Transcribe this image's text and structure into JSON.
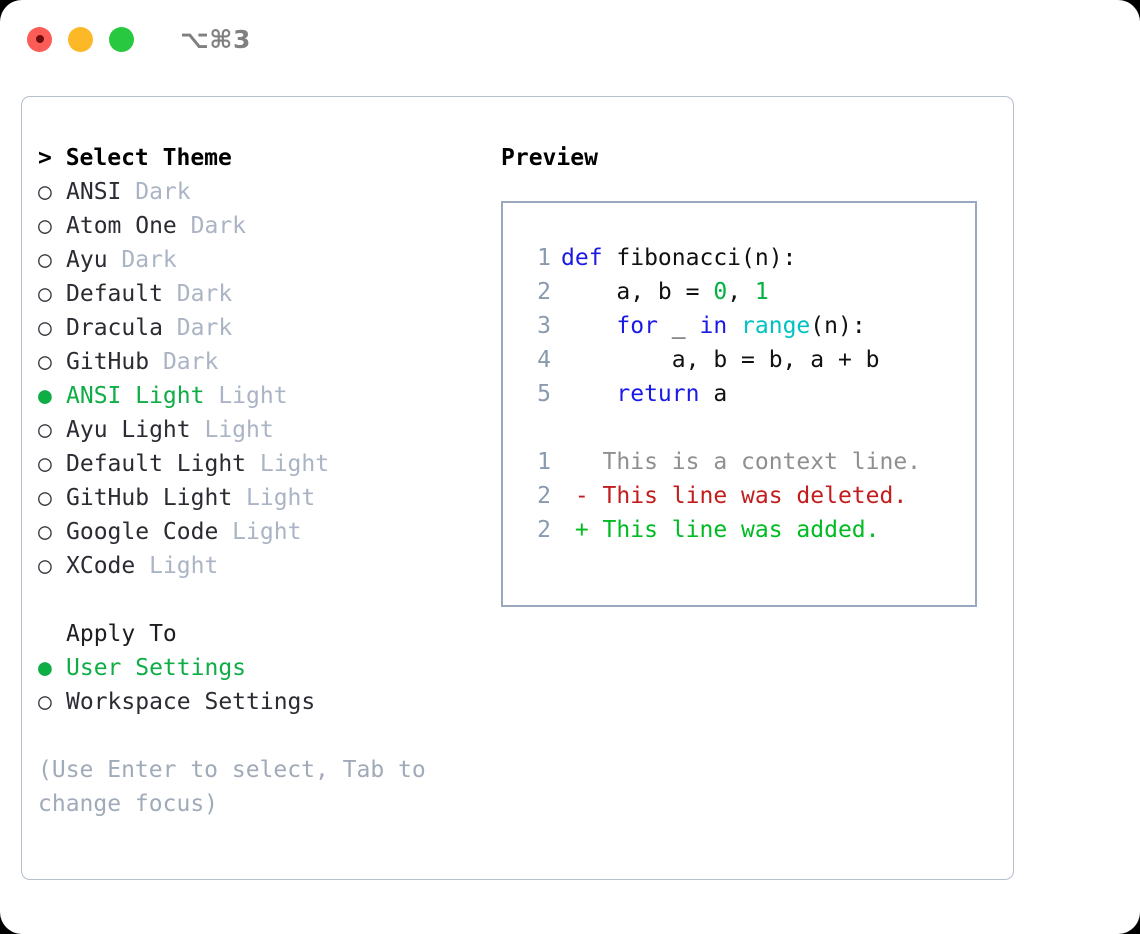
{
  "titlebar": {
    "shortcut": "⌥⌘3",
    "lights": [
      "close",
      "minimize",
      "zoom"
    ]
  },
  "theme_section": {
    "header": "> Select Theme",
    "selected_bullet": "●",
    "unselected_bullet": "○",
    "items": [
      {
        "name": "ANSI",
        "suffix": "Dark",
        "selected": false
      },
      {
        "name": "Atom One",
        "suffix": "Dark",
        "selected": false
      },
      {
        "name": "Ayu",
        "suffix": "Dark",
        "selected": false
      },
      {
        "name": "Default",
        "suffix": "Dark",
        "selected": false
      },
      {
        "name": "Dracula",
        "suffix": "Dark",
        "selected": false
      },
      {
        "name": "GitHub",
        "suffix": "Dark",
        "selected": false
      },
      {
        "name": "ANSI Light",
        "suffix": "Light",
        "selected": true
      },
      {
        "name": "Ayu Light",
        "suffix": "Light",
        "selected": false
      },
      {
        "name": "Default Light",
        "suffix": "Light",
        "selected": false
      },
      {
        "name": "GitHub Light",
        "suffix": "Light",
        "selected": false
      },
      {
        "name": "Google Code",
        "suffix": "Light",
        "selected": false
      },
      {
        "name": "XCode",
        "suffix": "Light",
        "selected": false
      }
    ]
  },
  "apply_section": {
    "header": "Apply To",
    "items": [
      {
        "name": "User Settings",
        "selected": true
      },
      {
        "name": "Workspace Settings",
        "selected": false
      }
    ]
  },
  "hint": "(Use Enter to select, Tab to change focus)",
  "preview": {
    "header": "Preview",
    "code_lines": [
      {
        "num": "1",
        "tokens": [
          {
            "t": "def ",
            "c": "kw"
          },
          {
            "t": "fibonacci(n):",
            "c": "pln"
          }
        ]
      },
      {
        "num": "2",
        "tokens": [
          {
            "t": "    a, b = ",
            "c": "pln"
          },
          {
            "t": "0",
            "c": "num"
          },
          {
            "t": ", ",
            "c": "pln"
          },
          {
            "t": "1",
            "c": "num"
          }
        ]
      },
      {
        "num": "3",
        "tokens": [
          {
            "t": "    ",
            "c": "pln"
          },
          {
            "t": "for",
            "c": "kw"
          },
          {
            "t": " _ ",
            "c": "pln"
          },
          {
            "t": "in",
            "c": "kw"
          },
          {
            "t": " ",
            "c": "pln"
          },
          {
            "t": "range",
            "c": "fn"
          },
          {
            "t": "(n):",
            "c": "pln"
          }
        ]
      },
      {
        "num": "4",
        "tokens": [
          {
            "t": "        a, b = b, a + b",
            "c": "pln"
          }
        ]
      },
      {
        "num": "5",
        "tokens": [
          {
            "t": "    ",
            "c": "pln"
          },
          {
            "t": "return",
            "c": "kw"
          },
          {
            "t": " a",
            "c": "pln"
          }
        ]
      }
    ],
    "diff_lines": [
      {
        "num": "1",
        "marker": "  ",
        "text": "This is a context line.",
        "kind": "ctx"
      },
      {
        "num": "2",
        "marker": "- ",
        "text": "This line was deleted.",
        "kind": "del"
      },
      {
        "num": "2",
        "marker": "+ ",
        "text": "This line was added.",
        "kind": "add"
      }
    ]
  },
  "colors": {
    "accent_green": "#0fad46",
    "suffix_gray": "#aab4c4",
    "hint_gray": "#a0aab8",
    "linenum_gray": "#8a9aae",
    "keyword_blue": "#1a1ae6",
    "function_cyan": "#00c2c2",
    "number_green": "#00b140",
    "diff_delete_red": "#c21d1d",
    "diff_add_green": "#00bb22",
    "preview_border": "#9aa8bd",
    "panel_border": "#b7bfcc"
  }
}
